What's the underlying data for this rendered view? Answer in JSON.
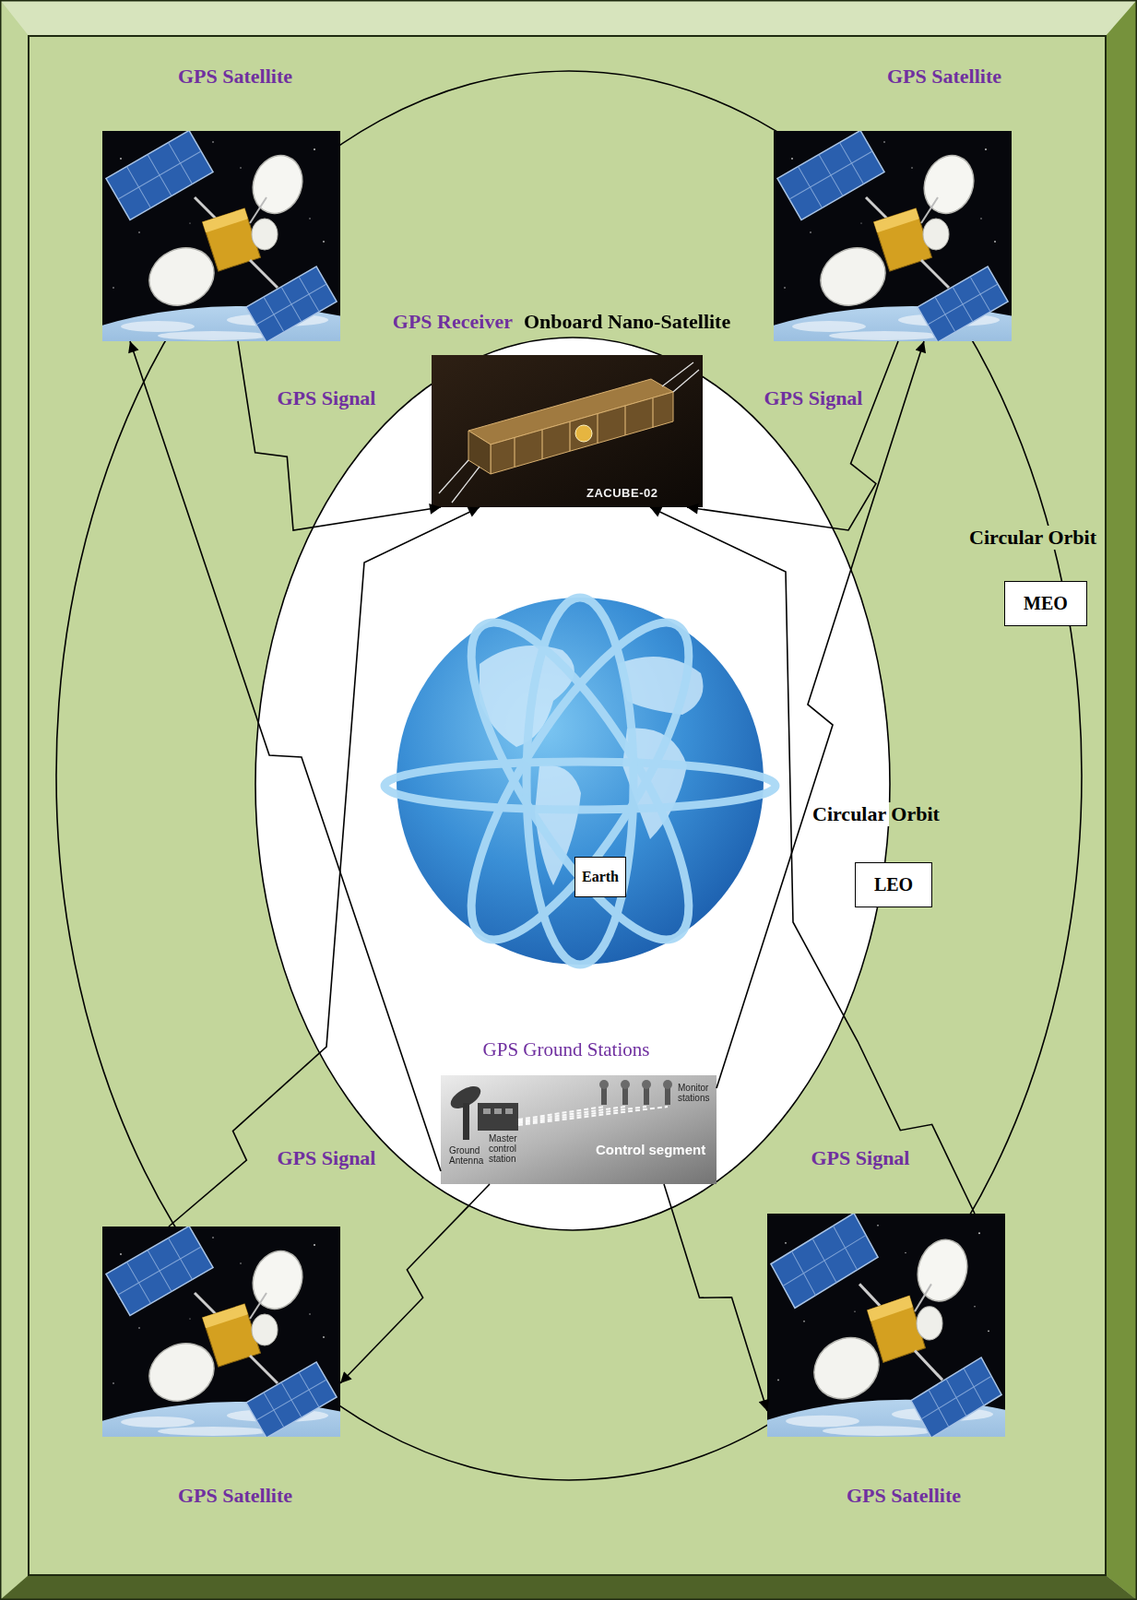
{
  "diagram": {
    "nodes": [
      {
        "text": [
          "GPS Satellite"
        ]
      },
      {
        "text": [
          "GPS Satellite"
        ]
      },
      {
        "text": [
          "GPS Receiver",
          "Onboard Nano-Satellite",
          "ZACUBE-02"
        ]
      },
      {
        "text": [
          "Circular Orbit",
          "MEO"
        ]
      },
      {
        "text": [
          "Circular Orbit",
          "LEO"
        ]
      },
      {
        "text": [
          "Earth"
        ]
      },
      {
        "text": [
          "GPS Ground Stations",
          "Monitor stations",
          "Ground Antenna",
          "Master control station",
          "Control segment"
        ]
      },
      {
        "text": [
          "GPS Satellite"
        ]
      },
      {
        "text": [
          "GPS Satellite"
        ]
      }
    ],
    "edges": [
      {
        "from": 0,
        "to": 2,
        "arrow": "to",
        "label": "GPS Signal"
      },
      {
        "from": 1,
        "to": 2,
        "arrow": "to",
        "label": "GPS Signal"
      },
      {
        "from": 6,
        "to": 0,
        "arrow": "to"
      },
      {
        "from": 6,
        "to": 1,
        "arrow": "to"
      },
      {
        "from": 7,
        "to": 2,
        "arrow": "to",
        "label": "GPS Signal"
      },
      {
        "from": 8,
        "to": 2,
        "arrow": "to",
        "label": "GPS Signal"
      },
      {
        "from": 6,
        "to": 7,
        "arrow": "to"
      },
      {
        "from": 6,
        "to": 8,
        "arrow": "to"
      }
    ]
  }
}
